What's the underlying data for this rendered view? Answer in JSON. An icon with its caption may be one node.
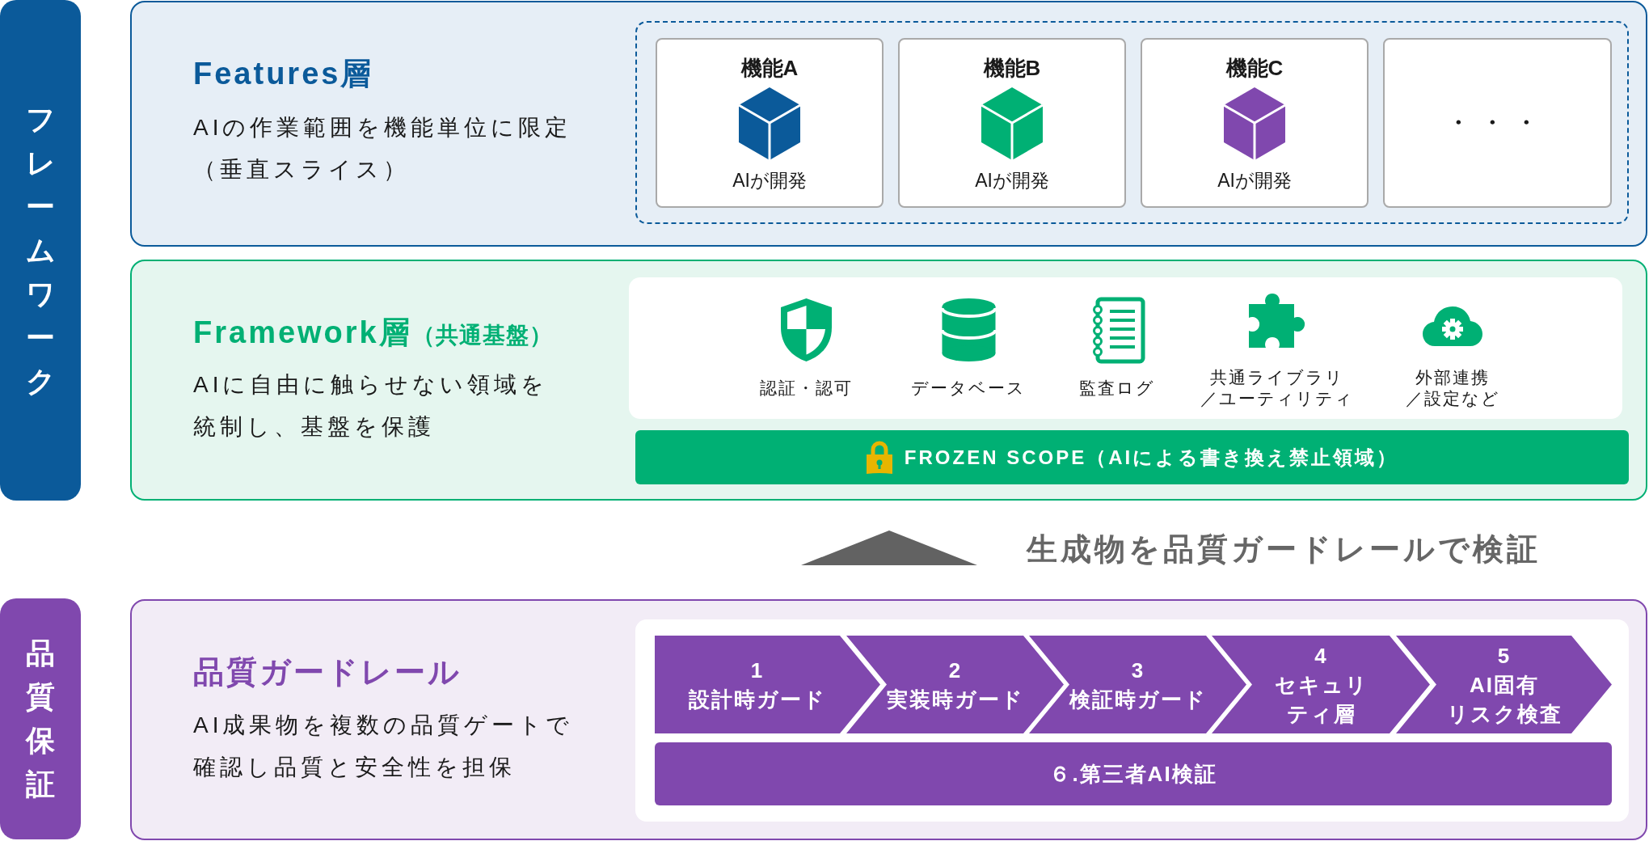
{
  "diagram": {
    "nodes": [
      {
        "text": [
          "フレームワーク"
        ]
      },
      {
        "text": [
          "Features層",
          "AIの作業範囲を機能単位に限定（垂直スライス）"
        ]
      },
      {
        "text": [],
        "shape": "box",
        "in": 1
      },
      {
        "text": [
          "機能A",
          "AIが開発"
        ],
        "in": 2
      },
      {
        "text": [
          "機能B",
          "AIが開発"
        ],
        "in": 2
      },
      {
        "text": [
          "機能C",
          "AIが開発"
        ],
        "in": 2
      },
      {
        "text": [
          "・・・"
        ],
        "in": 2
      },
      {
        "text": [
          "Framework層",
          "（共通基盤）",
          "AIに自由に触らせない領域を統制し、基盤を保護"
        ]
      },
      {
        "text": [],
        "shape": "box",
        "in": 7
      },
      {
        "text": [
          "認証・認可"
        ],
        "in": 8
      },
      {
        "text": [
          "データベース"
        ],
        "in": 8
      },
      {
        "text": [
          "監査ログ"
        ],
        "in": 8
      },
      {
        "text": [
          "共通ライブラリ",
          "／ユーティリティ"
        ],
        "in": 8
      },
      {
        "text": [
          "外部連携",
          "／設定など"
        ],
        "in": 8
      },
      {
        "text": [
          "FROZEN SCOPE（AIによる書き換え禁止領域）"
        ],
        "in": 7
      },
      {
        "text": [
          "品質保証"
        ]
      },
      {
        "text": [
          "品質ガードレール",
          "AI成果物を複数の品質ゲートで確認し品質と安全性を担保"
        ]
      },
      {
        "text": [],
        "shape": "box",
        "in": 16
      },
      {
        "text": [
          "1",
          "設計時ガード"
        ],
        "in": 17
      },
      {
        "text": [
          "2",
          "実装時ガード"
        ],
        "in": 17
      },
      {
        "text": [
          "3",
          "検証時ガード"
        ],
        "in": 17
      },
      {
        "text": [
          "4",
          "セキュリティ層"
        ],
        "in": 17
      },
      {
        "text": [
          "5",
          "AI固有",
          "リスク検査"
        ],
        "in": 17
      },
      {
        "text": [
          "６.第三者AI検証"
        ],
        "in": 17
      }
    ],
    "labels": [
      "生成物を品質ガードレールで検証"
    ]
  }
}
